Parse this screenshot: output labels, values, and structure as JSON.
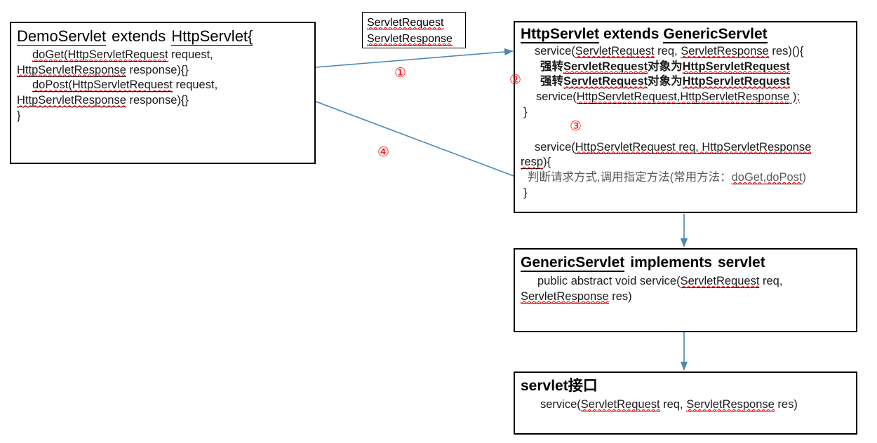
{
  "diagram": {
    "title": "Servlet inheritance and request dispatch flow",
    "arrow_color": "#4a86b8",
    "marker_color": "#ff0000",
    "box_border_color": "#000000",
    "spellcheck_underline_color": "#ff0000"
  },
  "boxes": {
    "demo_servlet": {
      "name": "DemoServlet",
      "title_part1": "DemoServlet",
      "title_part2": "extends",
      "title_part3": "HttpServlet{",
      "lines": [
        "doGet(HttpServletRequest request,",
        "HttpServletResponse response){}",
        "doPost(HttpServletRequest request,",
        "HttpServletResponse response){}",
        "}"
      ],
      "line1_a": "doGet(",
      "line1_b": "HttpServletRequest",
      "line1_c": " request,",
      "line2_a": "HttpServletResponse",
      "line2_b": " response){}",
      "line3_a": "doPost(",
      "line3_b": "HttpServletRequest",
      "line3_c": " request,",
      "line4_a": "HttpServletResponse",
      "line4_b": " response){}",
      "line5": "}"
    },
    "servlet_req_res": {
      "line1": "ServletRequest",
      "line2": "ServletResponse"
    },
    "http_servlet": {
      "title_part1": "HttpServlet",
      "title_part2": "extends",
      "title_part3": "GenericServlet",
      "line1_a": "service(",
      "line1_b": "ServletRequest",
      "line1_c": " req, ",
      "line1_d": "ServletResponse",
      "line1_e": " res)(){",
      "line2_a": "强转",
      "line2_b": "ServletRequest",
      "line2_c": "对象为",
      "line2_d": "HttpServletRequest",
      "line3_a": "强转",
      "line3_b": "ServletRequest",
      "line3_c": "对象为",
      "line3_d": "HttpServletRequest",
      "line4_a": "service(",
      "line4_b": "HttpServletRequest,HttpServletResponse",
      "line4_c": " );",
      "line5": "}",
      "line6_a": "service(",
      "line6_b": "HttpServletRequest req, HttpServletResponse",
      "line7_a": "resp",
      "line7_b": "){",
      "line8_a": "判断请求方式,调用指定方法(常用方法：",
      "line8_b": "doGet,doPost",
      "line8_c": ")",
      "line9": "}"
    },
    "generic_servlet": {
      "title_part1": "GenericServlet",
      "title_part2": "implements",
      "title_part3": "servlet",
      "line1_a": "public abstract void service(",
      "line1_b": "ServletRequest",
      "line1_c": " req,",
      "line2_a": "ServletResponse",
      "line2_b": " res)"
    },
    "servlet_interface": {
      "title": "servlet接口",
      "line1_a": "service(",
      "line1_b": "ServletRequest",
      "line1_c": " req, ",
      "line1_d": "ServletResponse",
      "line1_e": " res)"
    }
  },
  "markers": [
    {
      "id": "marker-1",
      "label": "①"
    },
    {
      "id": "marker-2",
      "label": "②"
    },
    {
      "id": "marker-3",
      "label": "③"
    },
    {
      "id": "marker-4",
      "label": "④"
    }
  ]
}
